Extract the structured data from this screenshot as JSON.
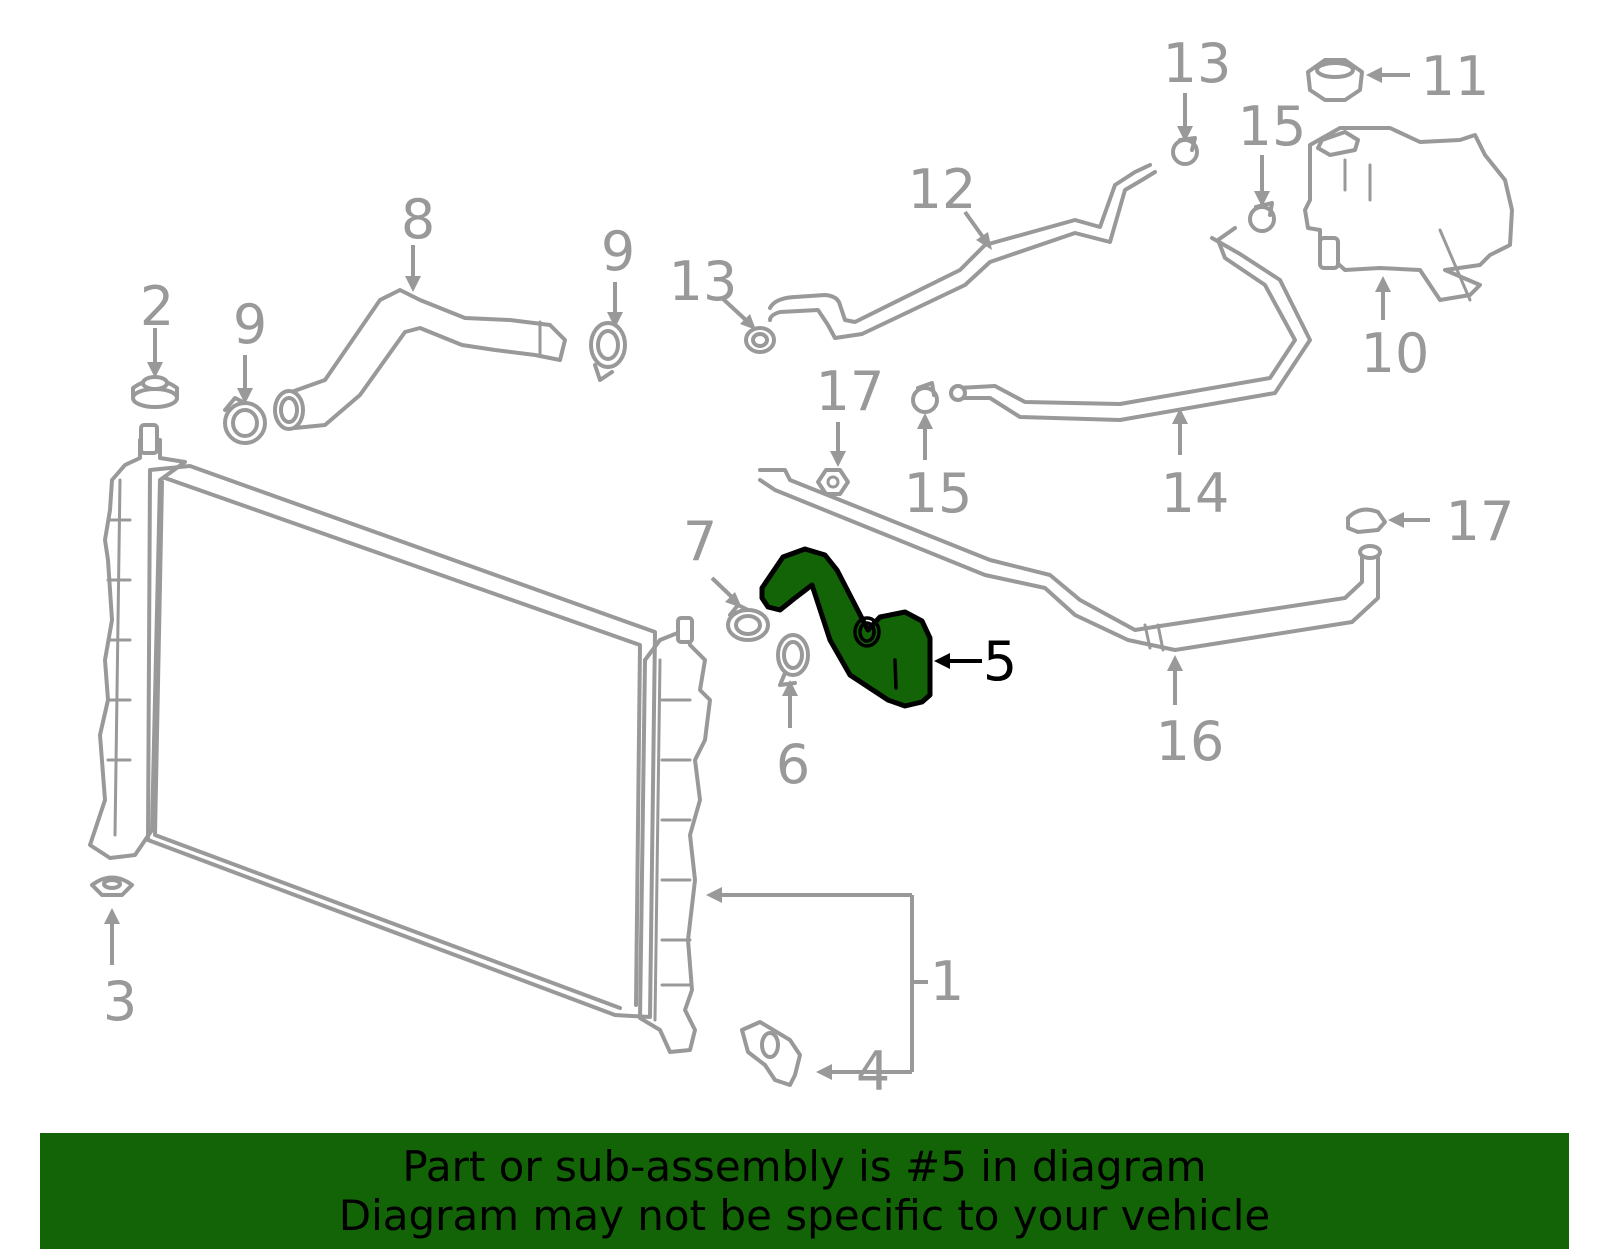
{
  "diagram": {
    "highlighted_part": "5",
    "highlight_color": "#136307",
    "line_color": "#999999",
    "callouts": [
      {
        "id": "c1",
        "label": "1"
      },
      {
        "id": "c2",
        "label": "2"
      },
      {
        "id": "c3",
        "label": "3"
      },
      {
        "id": "c4",
        "label": "4"
      },
      {
        "id": "c5",
        "label": "5"
      },
      {
        "id": "c6",
        "label": "6"
      },
      {
        "id": "c7",
        "label": "7"
      },
      {
        "id": "c8",
        "label": "8"
      },
      {
        "id": "c9a",
        "label": "9"
      },
      {
        "id": "c9b",
        "label": "9"
      },
      {
        "id": "c10",
        "label": "10"
      },
      {
        "id": "c11",
        "label": "11"
      },
      {
        "id": "c12",
        "label": "12"
      },
      {
        "id": "c13a",
        "label": "13"
      },
      {
        "id": "c13b",
        "label": "13"
      },
      {
        "id": "c14",
        "label": "14"
      },
      {
        "id": "c15a",
        "label": "15"
      },
      {
        "id": "c15b",
        "label": "15"
      },
      {
        "id": "c16",
        "label": "16"
      },
      {
        "id": "c17a",
        "label": "17"
      },
      {
        "id": "c17b",
        "label": "17"
      }
    ]
  },
  "banner": {
    "line1": "Part or sub-assembly is #5 in diagram",
    "line2": "Diagram may not be specific to your vehicle",
    "background": "#136307"
  }
}
